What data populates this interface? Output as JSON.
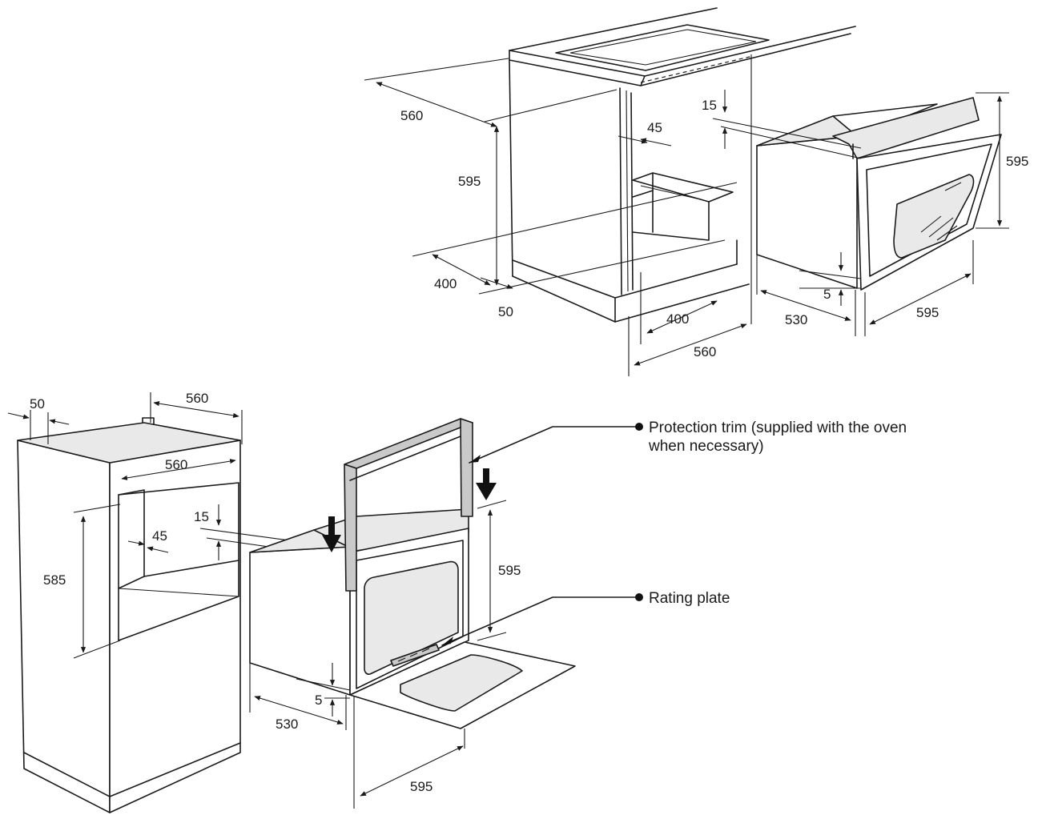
{
  "top_figure": {
    "dims": {
      "depth_top": "560",
      "height_cabinet": "595",
      "gap_45": "45",
      "gap_15": "15",
      "oven_height": "595",
      "depth_400_left": "400",
      "offset_50": "50",
      "depth_400_bottom": "400",
      "width_560_bottom": "560",
      "oven_depth": "530",
      "gap_5": "5",
      "oven_width": "595"
    }
  },
  "bottom_figure": {
    "dims": {
      "offset_50": "50",
      "width_top": "560",
      "width_inner": "560",
      "gap_15": "15",
      "gap_45": "45",
      "niche_height": "585",
      "oven_height": "595",
      "gap_5": "5",
      "oven_depth": "530",
      "oven_width": "595"
    },
    "callouts": {
      "protection_trim_line1": "Protection trim (supplied with the oven",
      "protection_trim_line2": "when necessary)",
      "rating_plate": "Rating plate"
    }
  }
}
